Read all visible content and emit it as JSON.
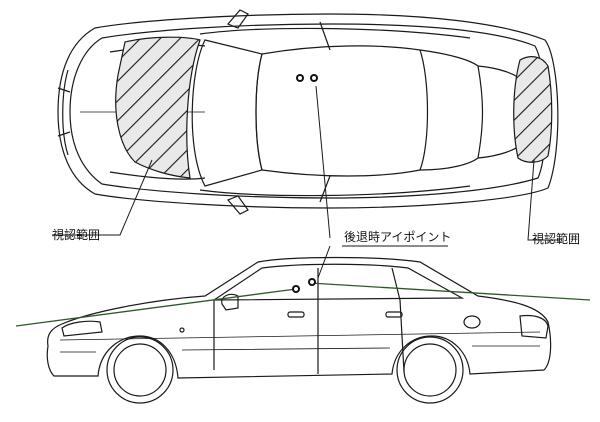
{
  "labels": {
    "front_view_area": "視認範囲",
    "rear_view_area": "視認範囲",
    "eye_point": "後退時アイポイント"
  },
  "colors": {
    "outline": "#1a1a1a",
    "hatch_fill": "#e9e9e9",
    "sight_line": "#2e5a2a",
    "eye_marker": "#111111"
  }
}
